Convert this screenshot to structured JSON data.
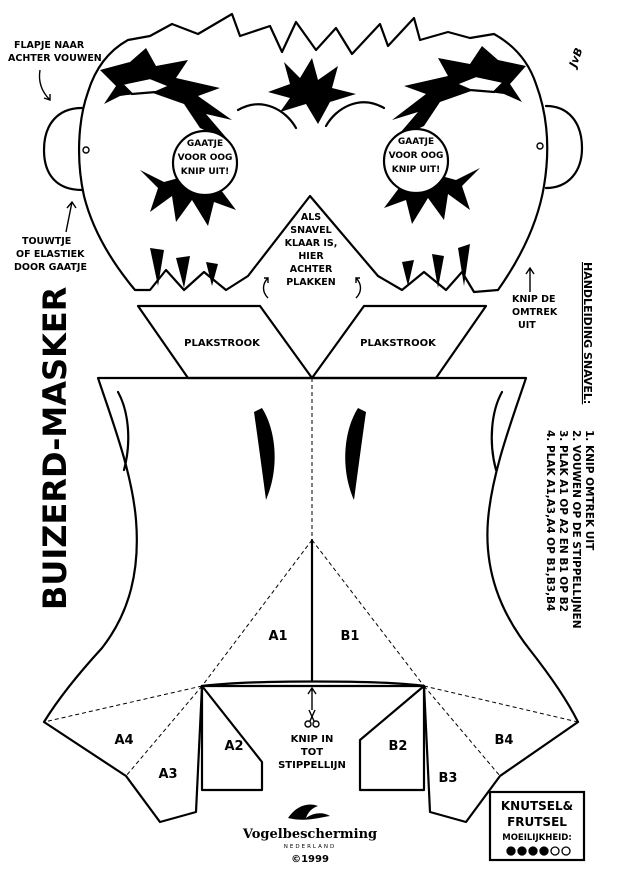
{
  "title": "BUIZERD-MASKER",
  "notes": {
    "flap_fold": [
      "FLAPJE NAAR",
      "ACHTER VOUWEN"
    ],
    "string": [
      "TOUWTJE",
      "OF ELASTIEK",
      "DOOR GAATJE"
    ],
    "eye_hole": [
      "GAATJE",
      "VOOR OOG",
      "KNIP UIT!"
    ],
    "beak_glue": [
      "ALS",
      "SNAVEL",
      "KLAAR IS,",
      "HIER",
      "ACHTER",
      "PLAKKEN"
    ],
    "cut_outline": [
      "KNIP DE",
      "OMTREK",
      "UIT"
    ],
    "cut_to_dotted": [
      "KNIP IN",
      "TOT",
      "STIPPELLIJN"
    ]
  },
  "glue_strip_label": "PLAKSTROOK",
  "beak_labels": {
    "a1": "A1",
    "b1": "B1",
    "a2": "A2",
    "b2": "B2",
    "a3": "A3",
    "b3": "B3",
    "a4": "A4",
    "b4": "B4"
  },
  "instructions": {
    "heading": "HANDLEIDING SNAVEL:",
    "steps": [
      "1. KNIP OMTREK UIT",
      "2. VOUWEN OP DE STIPPELLIJNEN",
      "3. PLAK A1 OP A2 EN B1 OP B2",
      "4. PLAK A1,A3,A4 OP B1,B3,B4"
    ]
  },
  "badge": {
    "line1": "KNUTSEL&",
    "line2": "FRUTSEL",
    "difficulty_label": "MOEILIJKHEID:",
    "difficulty_filled": 4,
    "difficulty_total": 6
  },
  "publisher": {
    "name": "Vogelbescherming",
    "sub": "NEDERLAND",
    "copyright": "©1999"
  },
  "signature": "JvB",
  "icons": [
    "scissors-icon",
    "bird-logo-icon",
    "arrow-icon"
  ]
}
